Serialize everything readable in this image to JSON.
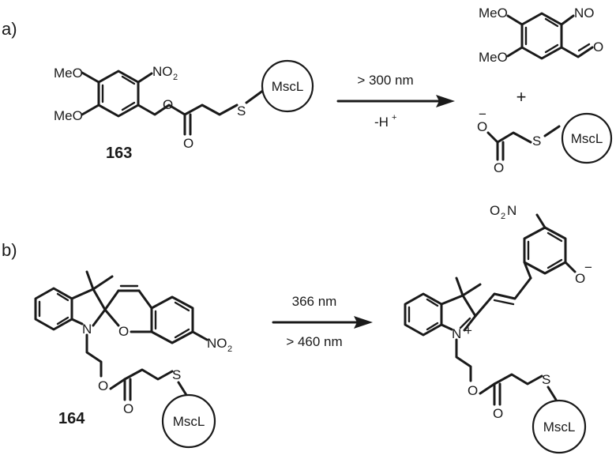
{
  "part_a": {
    "label": "a)",
    "reactant": {
      "substituents": {
        "ome_top": "MeO",
        "ome_bottom": "MeO",
        "nitro_main": "NO",
        "nitro_sub": "2",
        "thio": "S",
        "carbonyl_o": "O",
        "ester_o": "O"
      },
      "protein": "MscL",
      "compound_number": "163"
    },
    "conditions": {
      "above": "> 300 nm",
      "below_main": "-H",
      "below_sup": "+"
    },
    "product_1": {
      "ome_top": "MeO",
      "ome_bottom": "MeO",
      "nitroso": "NO",
      "aldehyde_o": "O"
    },
    "plus": "+",
    "product_2": {
      "charge": "−",
      "o_top": "O",
      "o_bottom": "O",
      "thio": "S",
      "protein": "MscL"
    }
  },
  "part_b": {
    "label": "b)",
    "reactant": {
      "n_atom": "N",
      "o_ring": "O",
      "nitro_main": "NO",
      "nitro_sub": "2",
      "ester_o": "O",
      "carbonyl_o": "O",
      "thio": "S",
      "protein": "MscL",
      "compound_number": "164"
    },
    "conditions": {
      "above": "366 nm",
      "below": "> 460 nm"
    },
    "product": {
      "nitro_main": "O",
      "nitro_sub": "2",
      "nitro_n": "N",
      "phenolate_o": "O",
      "phenolate_charge": "−",
      "n_atom": "N",
      "n_charge": "+",
      "ester_o": "O",
      "carbonyl_o": "O",
      "thio": "S",
      "protein": "MscL"
    }
  }
}
